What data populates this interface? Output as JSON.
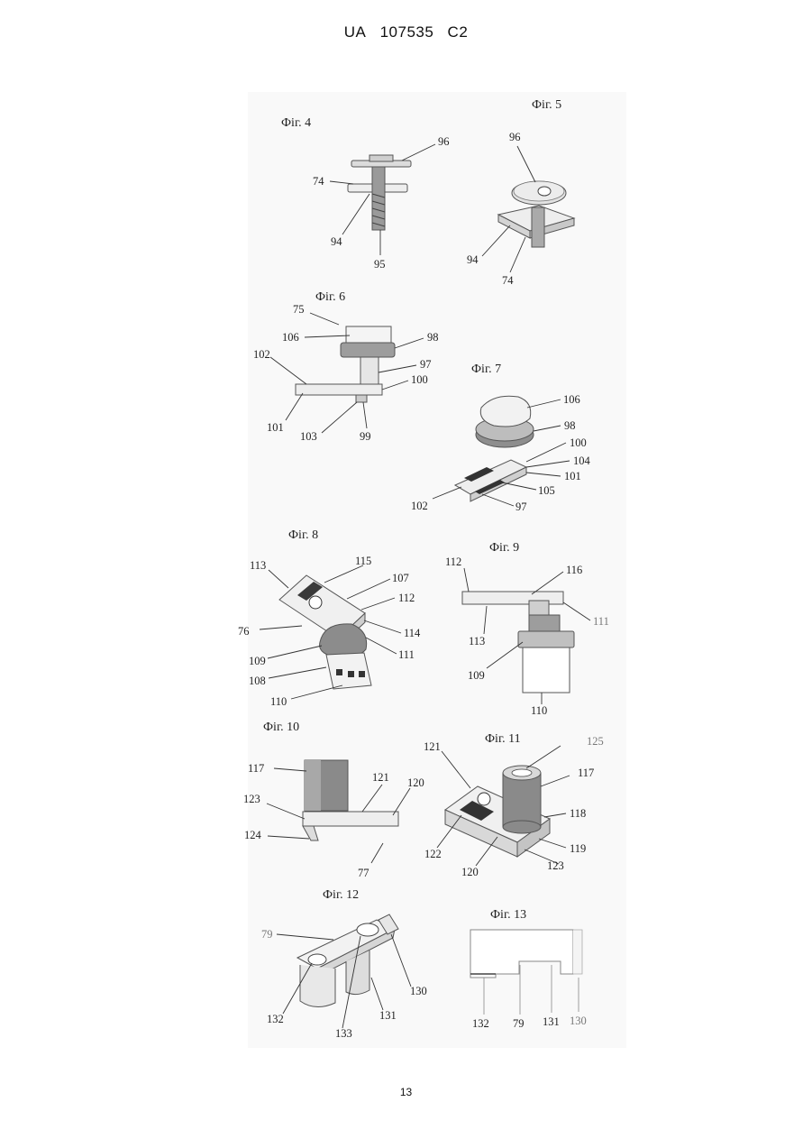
{
  "header": {
    "country": "UA",
    "number": "107535",
    "kind": "C2"
  },
  "page_number": "13",
  "figures": [
    {
      "title": "Фіг. 4",
      "labels": [
        "96",
        "74",
        "94",
        "95"
      ]
    },
    {
      "title": "Фіг. 5",
      "labels": [
        "96",
        "94",
        "74"
      ]
    },
    {
      "title": "Фіг. 6",
      "labels": [
        "75",
        "106",
        "98",
        "102",
        "97",
        "100",
        "101",
        "103",
        "99"
      ]
    },
    {
      "title": "Фіг. 7",
      "labels": [
        "106",
        "98",
        "100",
        "104",
        "101",
        "105",
        "102",
        "97"
      ]
    },
    {
      "title": "Фіг. 8",
      "labels": [
        "113",
        "115",
        "107",
        "112",
        "76",
        "114",
        "109",
        "111",
        "108",
        "110"
      ]
    },
    {
      "title": "Фіг. 9",
      "labels": [
        "112",
        "116",
        "111",
        "113",
        "109",
        "110"
      ]
    },
    {
      "title": "Фіг. 10",
      "labels": [
        "117",
        "121",
        "123",
        "120",
        "124",
        "77"
      ]
    },
    {
      "title": "Фіг. 11",
      "labels": [
        "121",
        "125",
        "117",
        "118",
        "122",
        "119",
        "120",
        "123"
      ]
    },
    {
      "title": "Фіг. 12",
      "labels": [
        "79",
        "132",
        "133",
        "131",
        "130"
      ]
    },
    {
      "title": "Фіг. 13",
      "labels": [
        "132",
        "79",
        "131",
        "130"
      ]
    }
  ]
}
